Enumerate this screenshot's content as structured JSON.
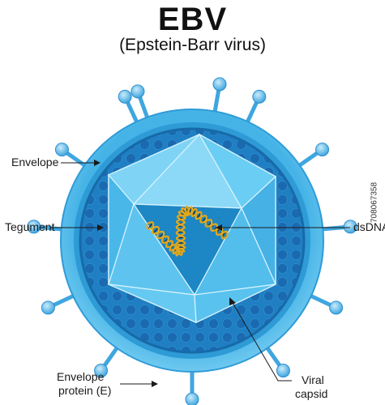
{
  "header": {
    "title": "EBV",
    "subtitle": "(Epstein-Barr virus)"
  },
  "labels": {
    "envelope": "Envelope",
    "tegument": "Tegument",
    "dsdna": "dsDNA",
    "envelope_protein_line1": "Envelope",
    "envelope_protein_line2": "protein (E)",
    "viral_capsid_line1": "Viral",
    "viral_capsid_line2": "capsid"
  },
  "stock_id": "708067358",
  "colors": {
    "envelope_outer": "#7fd0f2",
    "envelope_ring": "#32a6e0",
    "tegument": "#1f7fc2",
    "tegument_dot": "#1b6ab0",
    "capsid_face": "#59c3ef",
    "capsid_light": "#8ad8f6",
    "capsid_edge": "#d8f4ff",
    "spike": "#3fa6df",
    "dna_strand": "#e2a81c",
    "dna_rung": "#1a1a1a",
    "label_text": "#1a1a1a"
  }
}
